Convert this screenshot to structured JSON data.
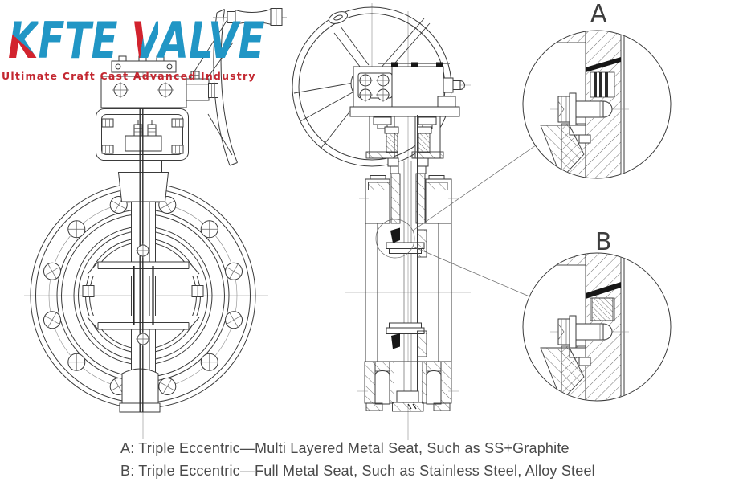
{
  "brand": {
    "logo": {
      "k": "K",
      "fte": "FTE",
      "v": "V",
      "alve": "ALVE"
    },
    "tagline": "Ultimate Craft Cast Advanced Industry"
  },
  "details": {
    "a_label": "A",
    "b_label": "B"
  },
  "captions": {
    "a": "A: Triple Eccentric—Multi Layered Metal Seat, Such as SS+Graphite",
    "b": "B: Triple Eccentric—Full Metal Seat, Such as Stainless Steel, Alloy Steel"
  },
  "colors": {
    "brand_blue": "#2196c5",
    "brand_red": "#d2232e",
    "tagline_red": "#c32730",
    "line": "#3a3a3a",
    "caption_gray": "#4a4a4a"
  }
}
